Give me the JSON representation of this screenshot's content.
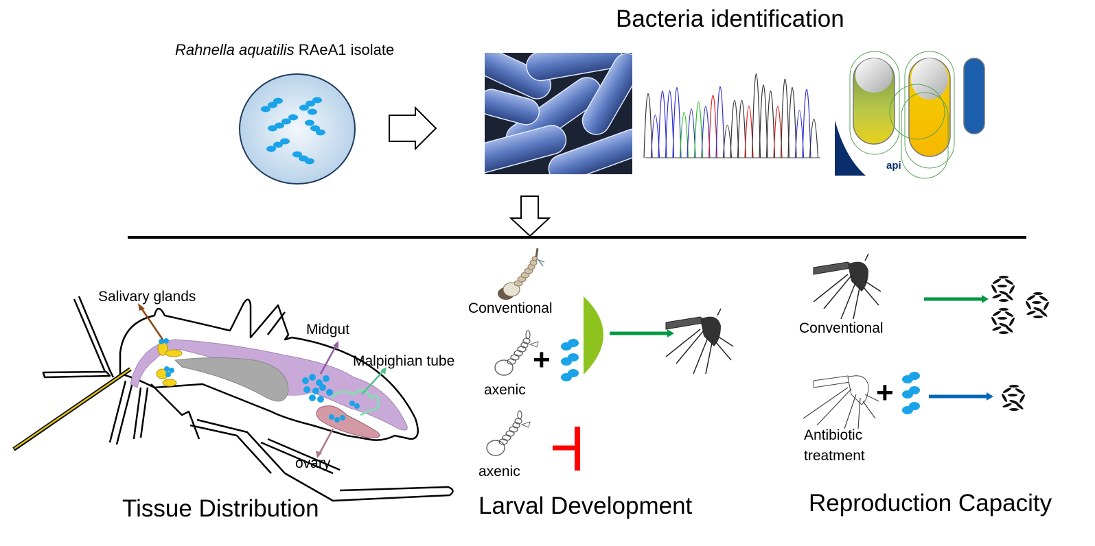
{
  "header": {
    "isolate_species": "Rahnella aquatilis",
    "isolate_strain": " RAeA1 isolate",
    "identification_title": "Bacteria identification"
  },
  "identification_panels": [
    {
      "icon": "bacteria-micrograph-icon",
      "description": "SEM image of rod-shaped bacteria"
    },
    {
      "icon": "chromatogram-icon",
      "description": "DNA sequencing chromatogram"
    },
    {
      "icon": "api-test-strip-icon",
      "description": "API biochemical test tubes",
      "logo_text": "api"
    }
  ],
  "tissue_distribution": {
    "title": "Tissue Distribution",
    "labels": {
      "salivary_glands": "Salivary glands",
      "midgut": "Midgut",
      "malpighian_tube": "Malpighian tube",
      "ovary": "ovary"
    },
    "colors": {
      "salivary": "#8b4513",
      "midgut": "#8e5ea2",
      "malpighian": "#4fc18d",
      "ovary": "#a87a84",
      "gut_fill": "#c9a9d8",
      "crop_fill": "#a9a9a9",
      "bacteria": "#1aa3e8"
    }
  },
  "larval_development": {
    "title": "Larval Development",
    "rows": [
      {
        "label": "Conventional"
      },
      {
        "label": "axenic",
        "plus": "+"
      },
      {
        "label": "axenic"
      }
    ],
    "colors": {
      "gate": "#8dc21f",
      "arrow": "#009944",
      "inhibit": "#ff0000"
    }
  },
  "reproduction_capacity": {
    "title": "Reproduction Capacity",
    "rows": [
      {
        "label": "Conventional",
        "egg_clusters": 3
      },
      {
        "label_line1": "Antibiotic",
        "label_line2": "treatment",
        "plus": "+",
        "egg_clusters": 1
      }
    ],
    "colors": {
      "arrow_green": "#009944",
      "arrow_blue": "#0068b7"
    }
  }
}
